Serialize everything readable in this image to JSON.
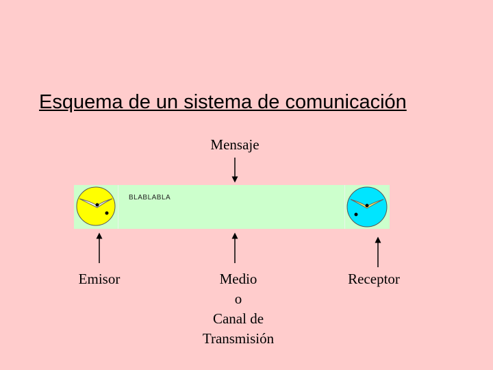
{
  "title": "Esquema de un sistema de comunicación",
  "message_label": "Mensaje",
  "channel_text": "BLABLABLA",
  "sender": {
    "label": "Emisor",
    "face_color": "#ffff00"
  },
  "medium": {
    "lines": [
      "Medio",
      "o",
      "Canal de",
      "Transmisión"
    ]
  },
  "receiver": {
    "label": "Receptor",
    "face_color": "#00e5ff"
  },
  "colors": {
    "background": "#ffcccc",
    "channel": "#ccffcc",
    "arrow": "#000000"
  }
}
